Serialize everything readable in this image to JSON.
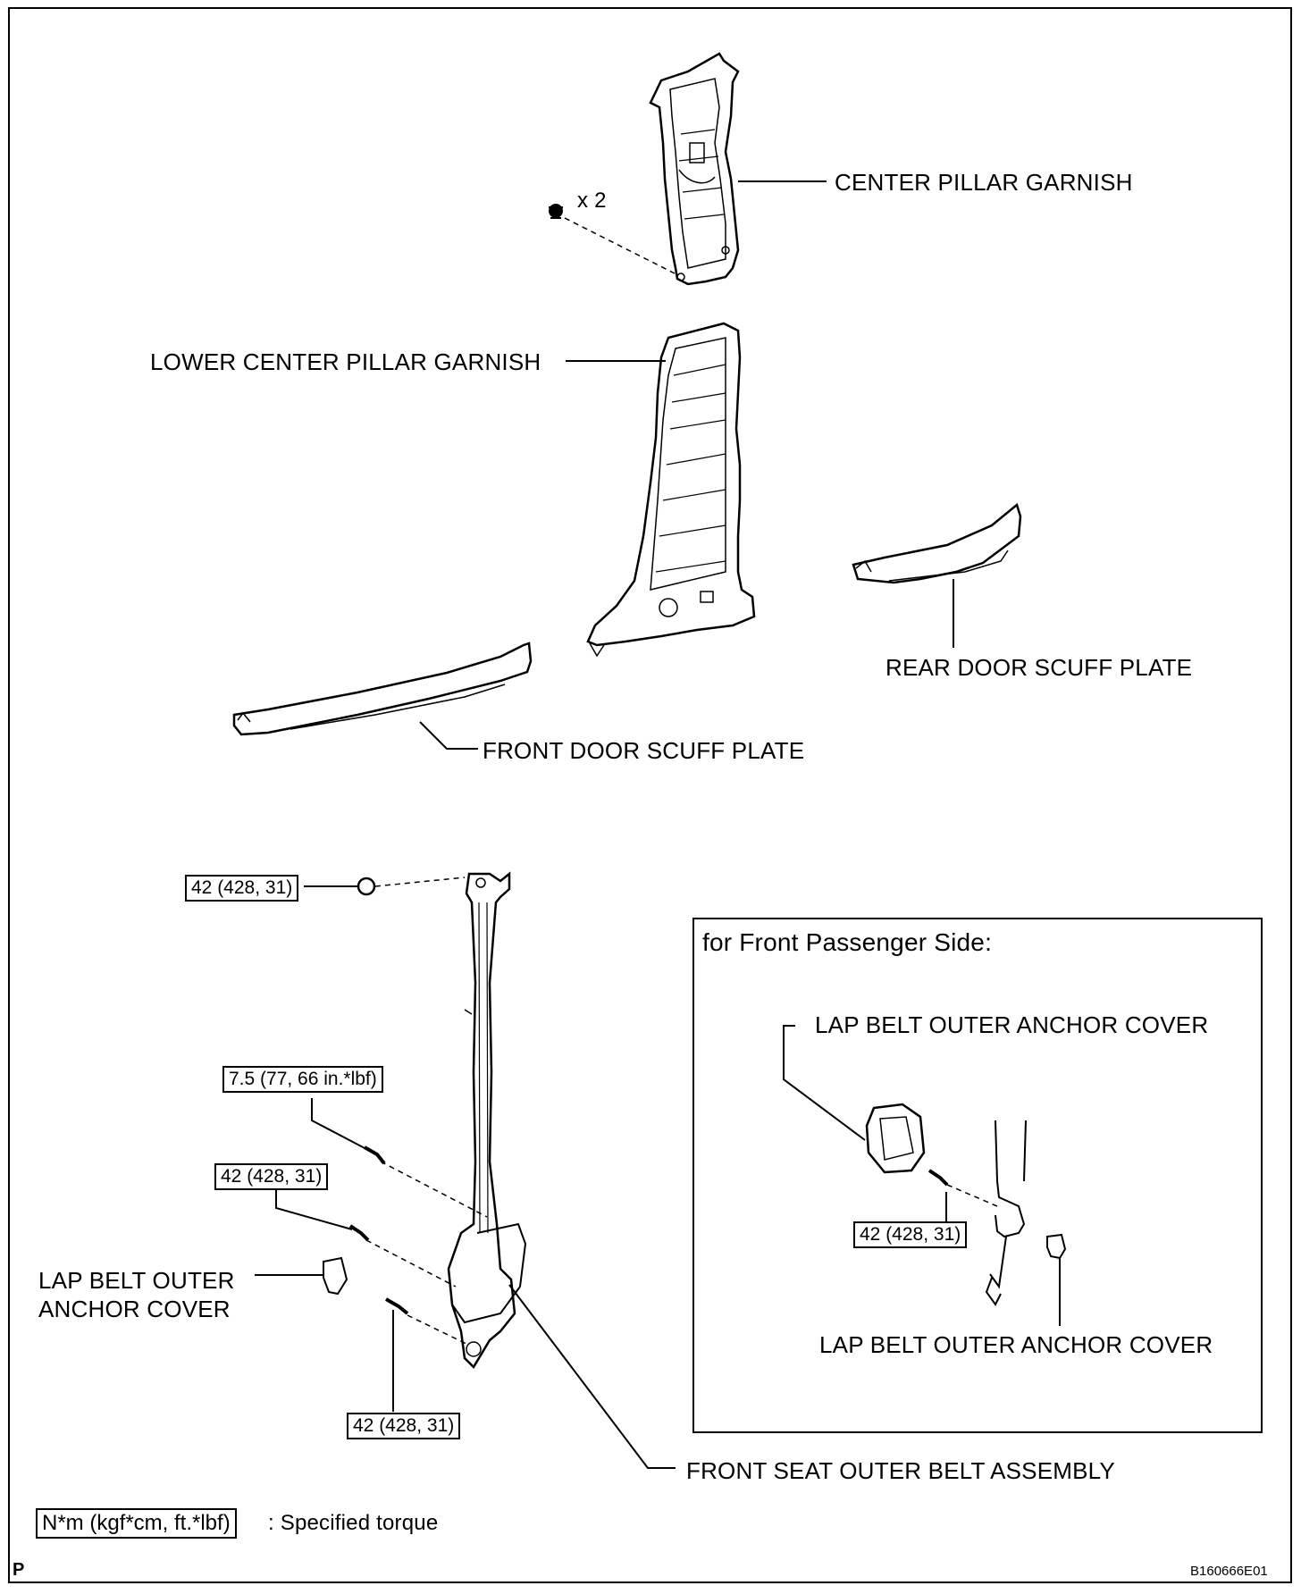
{
  "labels": {
    "center_pillar_garnish": "CENTER PILLAR GARNISH",
    "clip_count": "x 2",
    "lower_center_pillar_garnish": "LOWER CENTER PILLAR GARNISH",
    "rear_door_scuff_plate": "REAR DOOR SCUFF PLATE",
    "front_door_scuff_plate": "FRONT DOOR SCUFF PLATE",
    "lap_belt_outer_anchor_cover_line1": "LAP BELT OUTER",
    "lap_belt_outer_anchor_cover_line2": "ANCHOR COVER",
    "front_seat_outer_belt_assembly": "FRONT SEAT OUTER BELT ASSEMBLY"
  },
  "torques": {
    "upper_anchor": "42 (428, 31)",
    "guide_bolt": "7.5 (77, 66 in.*lbf)",
    "retractor_bolt": "42 (428, 31)",
    "lower_anchor": "42 (428, 31)",
    "passenger_anchor": "42 (428, 31)"
  },
  "inset": {
    "title": "for Front Passenger Side:",
    "cover_top": "LAP BELT OUTER ANCHOR COVER",
    "cover_bottom": "LAP BELT OUTER ANCHOR COVER"
  },
  "legend": {
    "box_text": "N*m (kgf*cm, ft.*lbf)",
    "description": ": Specified torque"
  },
  "footer": {
    "corner_letter": "P",
    "figure_id": "B160666E01"
  }
}
